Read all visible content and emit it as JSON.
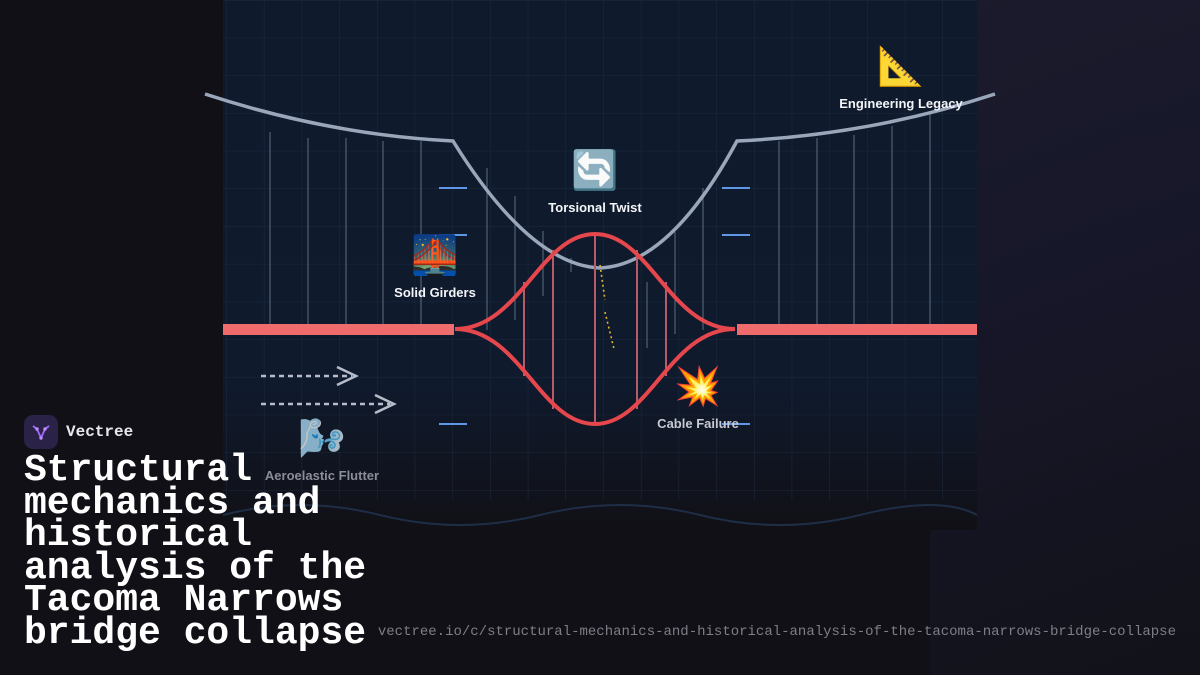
{
  "brand": {
    "name": "Vectree",
    "logo_icon": "vectree-logo-icon",
    "logo_color": "#a368ff"
  },
  "title": "Structural mechanics and historical analysis of the Tacoma Narrows bridge collapse",
  "url": "vectree.io/c/structural-mechanics-and-historical-analysis-of-the-tacoma-narrows-bridge-collapse",
  "colors": {
    "panel_bg": "#0f1a2d",
    "deck": "#f06c6c",
    "twist": "#e6474d",
    "tower": "#5f96e6",
    "cable": "#9aa6ba",
    "grid": "#1c2a40"
  },
  "nodes": {
    "engineering_legacy": {
      "label": "Engineering Legacy",
      "icon": "triangular-ruler-icon",
      "glyph": "📐"
    },
    "torsional_twist": {
      "label": "Torsional Twist",
      "icon": "counterclockwise-arrows-icon",
      "glyph": "🔄"
    },
    "solid_girders": {
      "label": "Solid Girders",
      "icon": "bridge-at-night-icon",
      "glyph": "🌉"
    },
    "cable_failure": {
      "label": "Cable Failure",
      "icon": "collision-icon",
      "glyph": "💥"
    },
    "aeroelastic_flutter": {
      "label": "Aeroelastic Flutter",
      "icon": "wind-face-icon",
      "glyph": "🌬️"
    }
  }
}
